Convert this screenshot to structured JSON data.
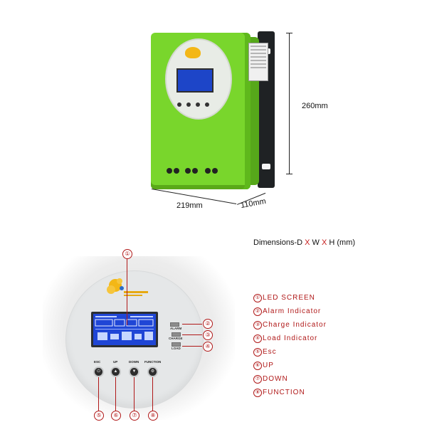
{
  "dimensions": {
    "height_label": "260mm",
    "width_label": "219mm",
    "depth_label": "110mm",
    "caption": {
      "prefix": "Dimensions-D ",
      "x1": "X",
      "w": " W ",
      "x2": "X",
      "suffix": " H (mm)"
    }
  },
  "front_panel": {
    "buttons": [
      {
        "label": "ESC",
        "glyph": "⏻",
        "callout": "⑤"
      },
      {
        "label": "UP",
        "glyph": "▲",
        "callout": "⑥"
      },
      {
        "label": "DOWN",
        "glyph": "▼",
        "callout": "⑦"
      },
      {
        "label": "FUNCTION",
        "glyph": "⚙",
        "callout": "⑧"
      }
    ],
    "indicators": [
      {
        "label": "ALARM",
        "callout": "②"
      },
      {
        "label": "CHARGE",
        "callout": "③"
      },
      {
        "label": "LOAD",
        "callout": "④"
      }
    ],
    "screen_callout": "①"
  },
  "legend": [
    {
      "num": "①",
      "text": "LED SCREEN"
    },
    {
      "num": "②",
      "text": "Alarm Indicator"
    },
    {
      "num": "③",
      "text": "Charge Indicator"
    },
    {
      "num": "④",
      "text": "Load Indicator"
    },
    {
      "num": "⑤",
      "text": "Esc"
    },
    {
      "num": "⑥",
      "text": "UP"
    },
    {
      "num": "⑦",
      "text": "DOWN"
    },
    {
      "num": "⑧",
      "text": "FUNCTION"
    }
  ],
  "colors": {
    "device_green": "#79d62c",
    "lcd_blue": "#1f46d6",
    "accent_red": "#b01818",
    "brand_yellow": "#f3b716"
  }
}
